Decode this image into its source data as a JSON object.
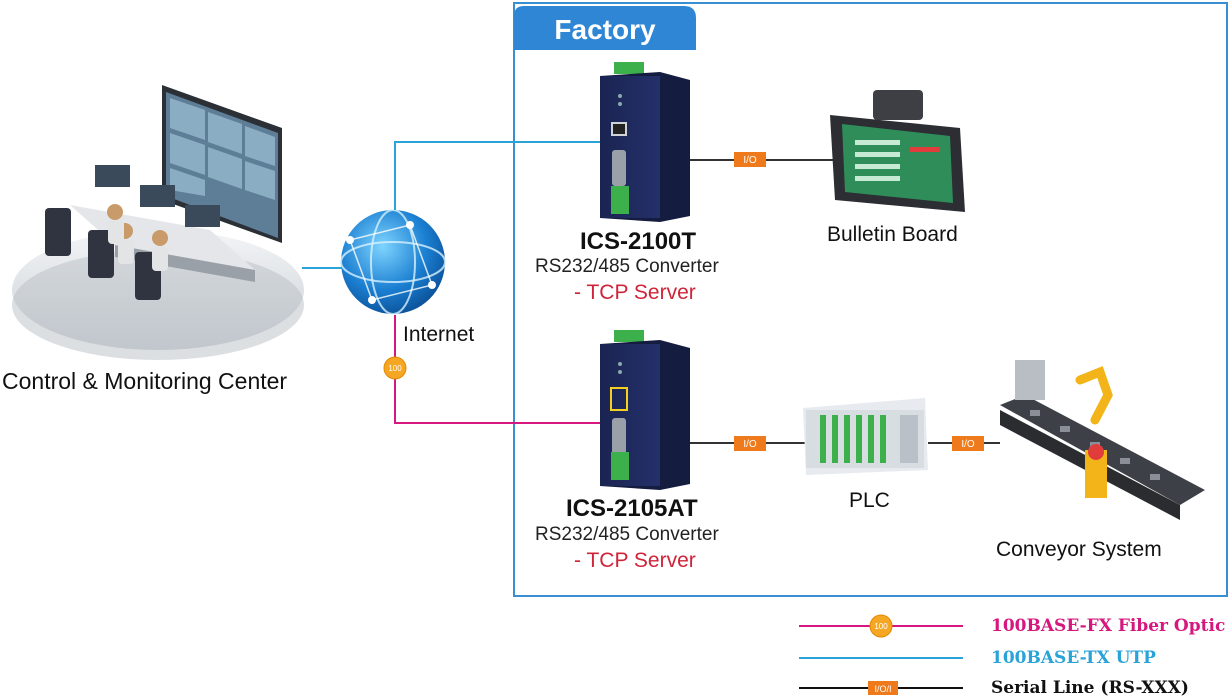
{
  "factory": {
    "title": "Factory"
  },
  "center": {
    "label": "Control & Monitoring Center"
  },
  "internet": {
    "label": "Internet"
  },
  "devices": [
    {
      "model": "ICS-2100T",
      "desc": "RS232/485 Converter",
      "role": "- TCP Server"
    },
    {
      "model": "ICS-2105AT",
      "desc": "RS232/485 Converter",
      "role": "- TCP Server"
    }
  ],
  "endpoints": {
    "bulletin": "Bulletin Board",
    "plc": "PLC",
    "conveyor": "Conveyor System"
  },
  "io_tag": "I/O",
  "fiber_tag": "100",
  "legend": [
    {
      "label": "100BASE-FX Fiber Optic",
      "color": "#d6177f"
    },
    {
      "label": "100BASE-TX UTP",
      "color": "#2aa3d8"
    },
    {
      "label": "Serial Line (RS-XXX)",
      "color": "#111111"
    }
  ],
  "legend_tags": {
    "fiber": "100",
    "serial": "I/O/I"
  },
  "colors": {
    "factory_border": "#3a8fd1",
    "io_tag": "#ee7a1b",
    "fiber": "#d6177f",
    "utp": "#2aa3d8",
    "serial": "#333333"
  }
}
